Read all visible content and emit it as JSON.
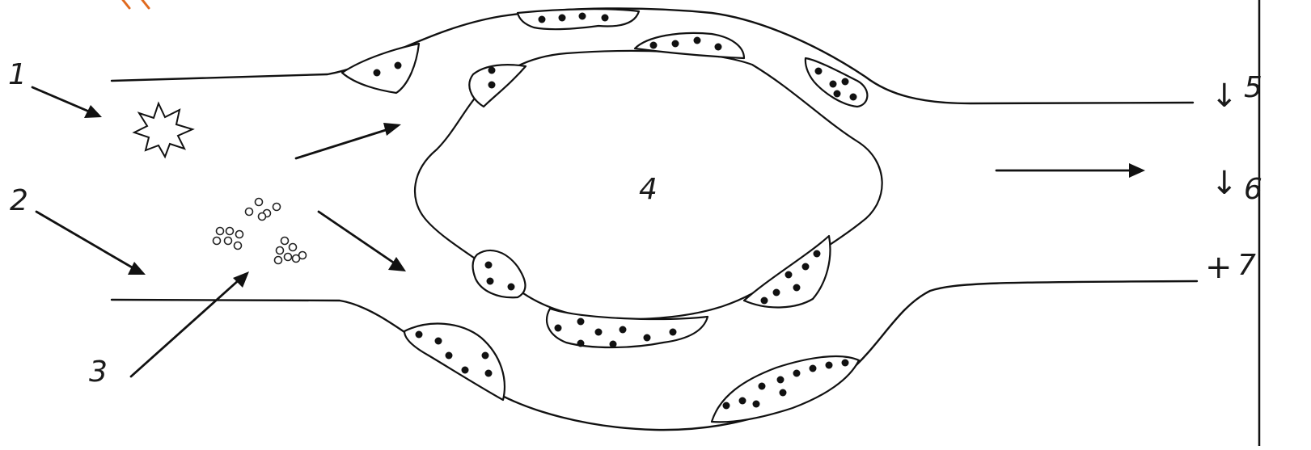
{
  "labels": {
    "l1": "1",
    "l2": "2",
    "l3": "3",
    "l4": "4",
    "l5": "5",
    "l6": "6",
    "l7": "7"
  },
  "symbols": {
    "s5": "↓",
    "s6": "↓",
    "s7": "+"
  },
  "colors": {
    "line": "#111111",
    "accent_fragment": "#e06a1e"
  },
  "icons": {
    "irritant": "star-burst-icon",
    "particles": "small-circles-cluster-icon"
  }
}
